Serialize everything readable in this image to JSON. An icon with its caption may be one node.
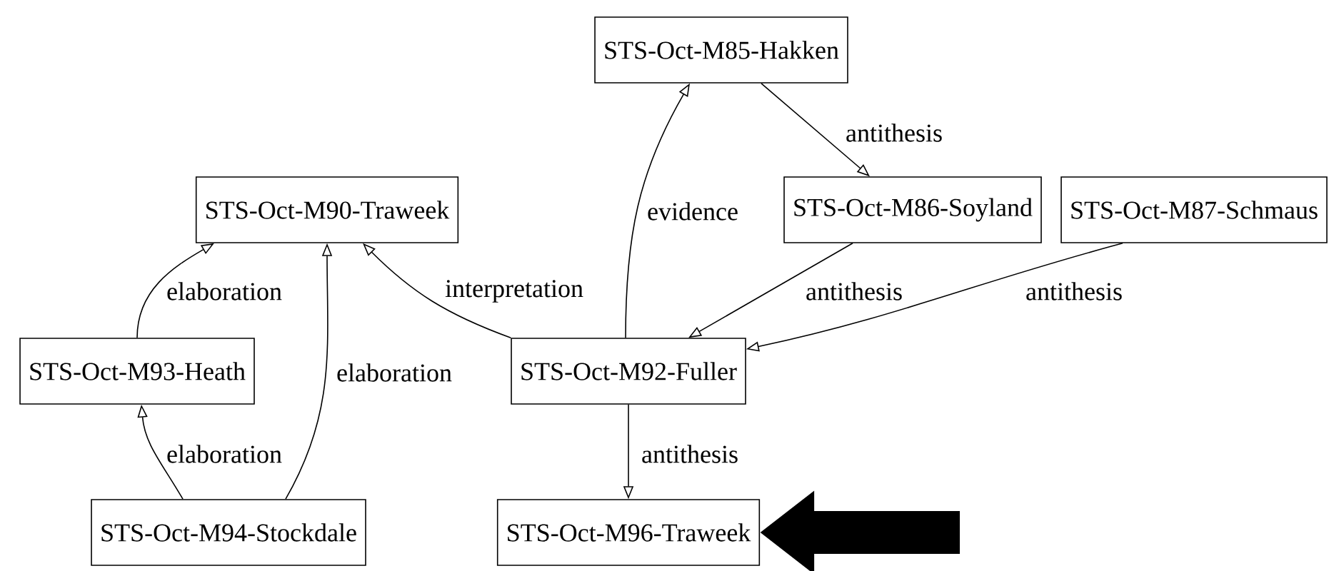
{
  "diagram": {
    "nodes": [
      {
        "text": [
          "STS-Oct-M85-Hakken"
        ]
      },
      {
        "text": [
          "STS-Oct-M90-Traweek"
        ]
      },
      {
        "text": [
          "STS-Oct-M86-Soyland"
        ]
      },
      {
        "text": [
          "STS-Oct-M87-Schmaus"
        ]
      },
      {
        "text": [
          "STS-Oct-M93-Heath"
        ]
      },
      {
        "text": [
          "STS-Oct-M92-Fuller"
        ]
      },
      {
        "text": [
          "STS-Oct-M94-Stockdale"
        ]
      },
      {
        "text": [
          "STS-Oct-M96-Traweek"
        ]
      }
    ],
    "edges": [
      {
        "from": 5,
        "to": 0,
        "arrow": "to",
        "label": "evidence"
      },
      {
        "from": 0,
        "to": 2,
        "arrow": "to",
        "label": "antithesis"
      },
      {
        "from": 2,
        "to": 5,
        "arrow": "to",
        "label": "antithesis"
      },
      {
        "from": 3,
        "to": 5,
        "arrow": "to",
        "label": "antithesis"
      },
      {
        "from": 5,
        "to": 1,
        "arrow": "to",
        "label": "interpretation"
      },
      {
        "from": 5,
        "to": 7,
        "arrow": "to",
        "label": "antithesis"
      },
      {
        "from": 4,
        "to": 1,
        "arrow": "to",
        "label": "elaboration"
      },
      {
        "from": 6,
        "to": 4,
        "arrow": "to",
        "label": "elaboration"
      },
      {
        "from": 6,
        "to": 1,
        "arrow": "to",
        "label": "elaboration"
      },
      {
        "from": null,
        "to": 7,
        "arrow": "to",
        "style": "thick"
      }
    ]
  }
}
